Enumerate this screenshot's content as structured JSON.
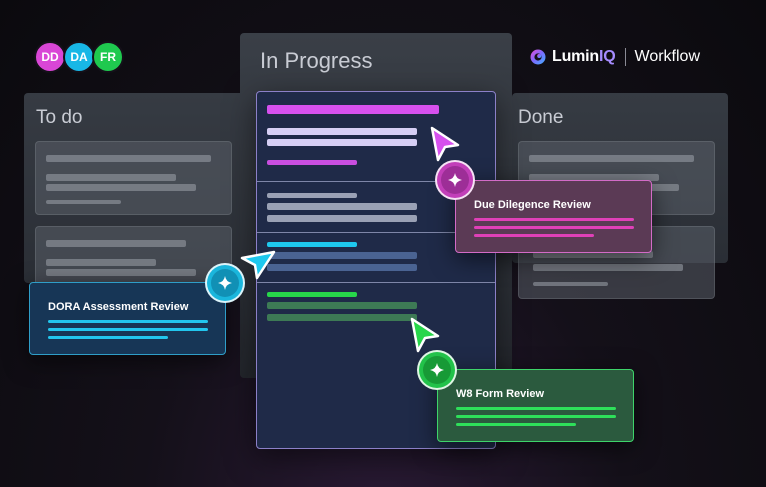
{
  "avatars": [
    {
      "initials": "DD",
      "color": "#d946d6"
    },
    {
      "initials": "DA",
      "color": "#18b7e6"
    },
    {
      "initials": "FR",
      "color": "#1fc94f"
    }
  ],
  "brand": {
    "name_main": "Lumin",
    "name_accent": "IQ",
    "product": "Workflow",
    "logo_icon": "lumin-swirl-icon"
  },
  "columns": {
    "todo": {
      "title": "To do"
    },
    "in_progress": {
      "title": "In Progress"
    },
    "done": {
      "title": "Done"
    }
  },
  "tasks": {
    "due_diligence": {
      "title": "Due Dilegence Review",
      "accent": "#e040b8",
      "icon": "sparkle-icon"
    },
    "dora": {
      "title": "DORA Assessment Review",
      "accent": "#22c6ee",
      "icon": "sparkle-icon"
    },
    "w8": {
      "title": "W8 Form Review",
      "accent": "#2ee05a",
      "icon": "sparkle-icon"
    }
  },
  "colors": {
    "magenta": "#d650ee",
    "lavender": "#d6cff5",
    "cyan": "#1ec8ee",
    "green": "#27d64a"
  }
}
